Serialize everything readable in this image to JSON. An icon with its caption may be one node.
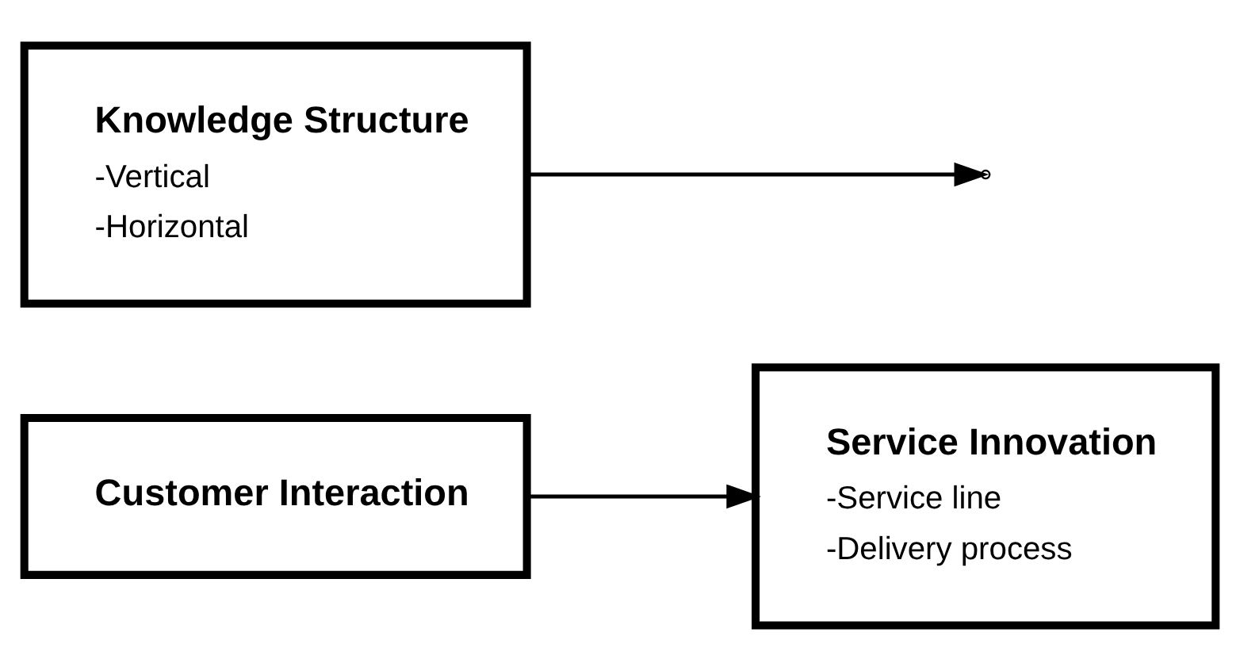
{
  "diagram": {
    "nodes": [
      {
        "text": [
          "Customer Interaction"
        ]
      },
      {
        "text": [
          "Service Innovation",
          "-Service line",
          "-Delivery process"
        ]
      },
      {
        "text": [
          "Knowledge Structure",
          "-Vertical",
          "-Horizontal"
        ]
      }
    ],
    "edges": [
      {
        "from": 0,
        "to": 1,
        "arrow": "to"
      },
      {
        "from": 2,
        "to": null,
        "arrow": "to"
      }
    ]
  }
}
